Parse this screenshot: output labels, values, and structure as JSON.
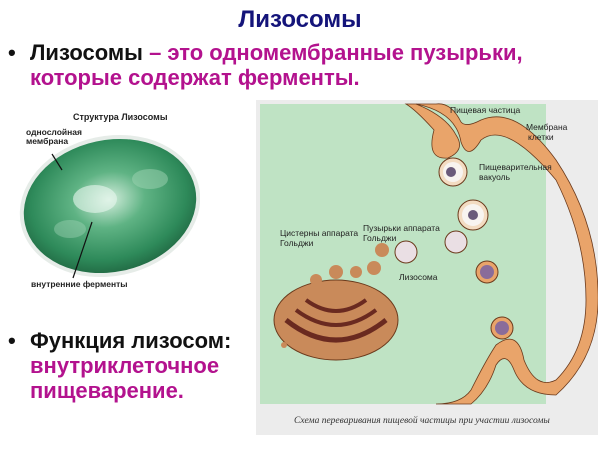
{
  "slide": {
    "title": "Лизосомы",
    "bullets": [
      {
        "term": "Лизосомы",
        "definition": " – это одномембранные пузырьки,",
        "definition_line2": "которые содержат ферменты."
      },
      {
        "term": "Функция лизосом:",
        "definition_line1": "внутриклеточное",
        "definition_line2": "пищеварение."
      }
    ],
    "bullet_glyph": "•"
  },
  "lysosome_figure": {
    "title": "Структура Лизосомы",
    "labels": {
      "membrane_line1": "однослойная",
      "membrane_line2": "мембрана",
      "enzymes": "внутренние ферменты"
    }
  },
  "diagram": {
    "labels": {
      "food_particle": "Пищевая частица",
      "cell_membrane_line1": "Мембрана",
      "cell_membrane_line2": "клетки",
      "digestive_vacuole_line1": "Пищеварительная",
      "digestive_vacuole_line2": "вакуоль",
      "golgi_cisterns_line1": "Цистерны аппарата",
      "golgi_cisterns_line2": "Гольджи",
      "golgi_vesicles_line1": "Пузырьки аппарата",
      "golgi_vesicles_line2": "Гольджи",
      "lysosome": "Лизосома"
    },
    "caption": "Схема переваривания пищевой частицы при участии лизосомы"
  },
  "colors": {
    "title": "#14147a",
    "accent_magenta": "#b3128e",
    "diagram_green": "#bfe3c4",
    "membrane_orange": "#e9a46a",
    "lysosome_green": "#2e8a5a"
  }
}
